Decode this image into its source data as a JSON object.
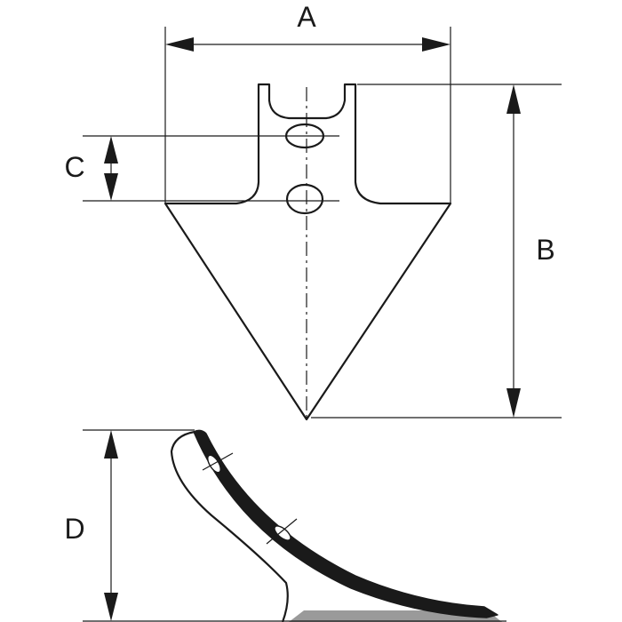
{
  "dimensions": {
    "a": "A",
    "b": "B",
    "c": "C",
    "d": "D"
  },
  "colors": {
    "line": "#1a1a1a",
    "ground_shadow": "#9a9a9a",
    "background": "#ffffff"
  }
}
